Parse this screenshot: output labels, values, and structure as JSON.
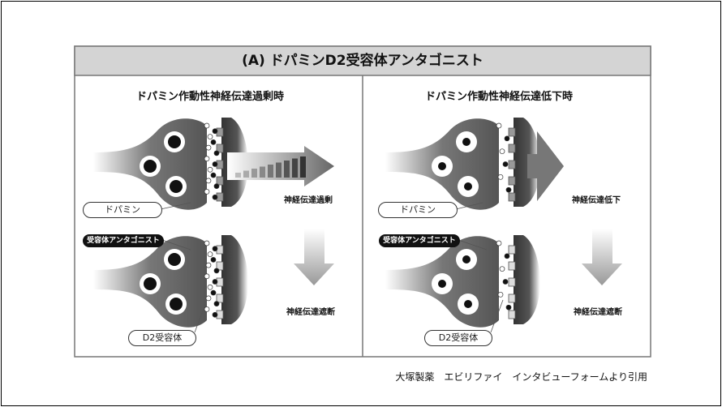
{
  "title": "(A) ドパミンD2受容体アンタゴニスト",
  "panels": [
    {
      "heading": "ドパミン作動性神経伝達過剰時",
      "result_top": "神経伝達過剰",
      "result_bottom": "神経伝達遮断"
    },
    {
      "heading": "ドパミン作動性神経伝達低下時",
      "result_top": "神経伝達低下",
      "result_bottom": "神経伝達遮断"
    }
  ],
  "labels": {
    "dopamine": "ドパミン",
    "antagonist": "受容体アンタゴニスト",
    "d2_receptor": "D2受容体"
  },
  "credit": "大塚製薬　エビリファイ　インタビューフォームより引用"
}
